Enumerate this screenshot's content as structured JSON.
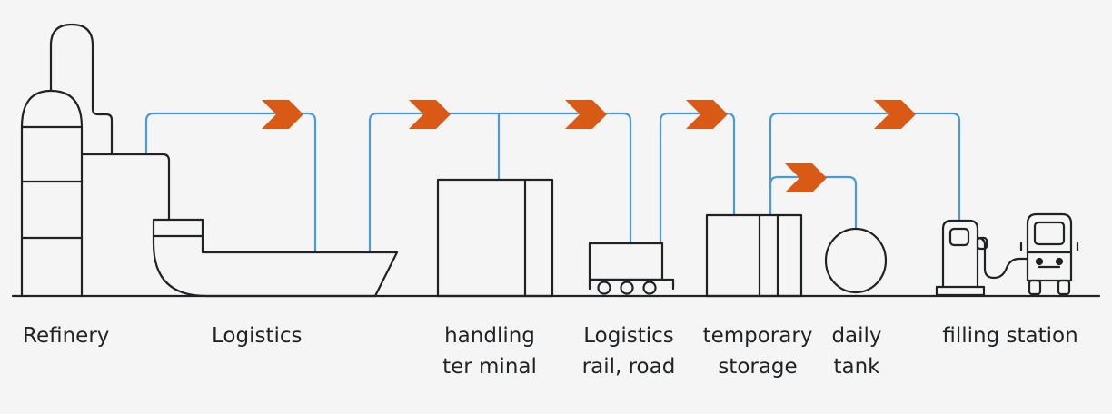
{
  "colors": {
    "background": "#f5f5f5",
    "outline": "#1f2326",
    "flow_line": "#4c9bd6",
    "flow_arrow": "#d85a14"
  },
  "icons": [
    "refinery-tower-icon",
    "tanker-ship-icon",
    "terminal-building-icon",
    "rail-wagon-icon",
    "storage-tanks-icon",
    "daily-tank-icon",
    "fuel-pump-icon",
    "truck-icon",
    "flow-chevron-icon"
  ],
  "stages": {
    "refinery": {
      "line1": "Refinery"
    },
    "logistics": {
      "line1": "Logistics"
    },
    "handling_terminal": {
      "line1": "handling",
      "line2": "ter minal"
    },
    "logistics_rail_road": {
      "line1": "Logistics",
      "line2": "rail, road"
    },
    "temporary_storage": {
      "line1": "temporary",
      "line2": "storage"
    },
    "daily_tank": {
      "line1": "daily",
      "line2": "tank"
    },
    "filling_station": {
      "line1": "filling station"
    }
  }
}
